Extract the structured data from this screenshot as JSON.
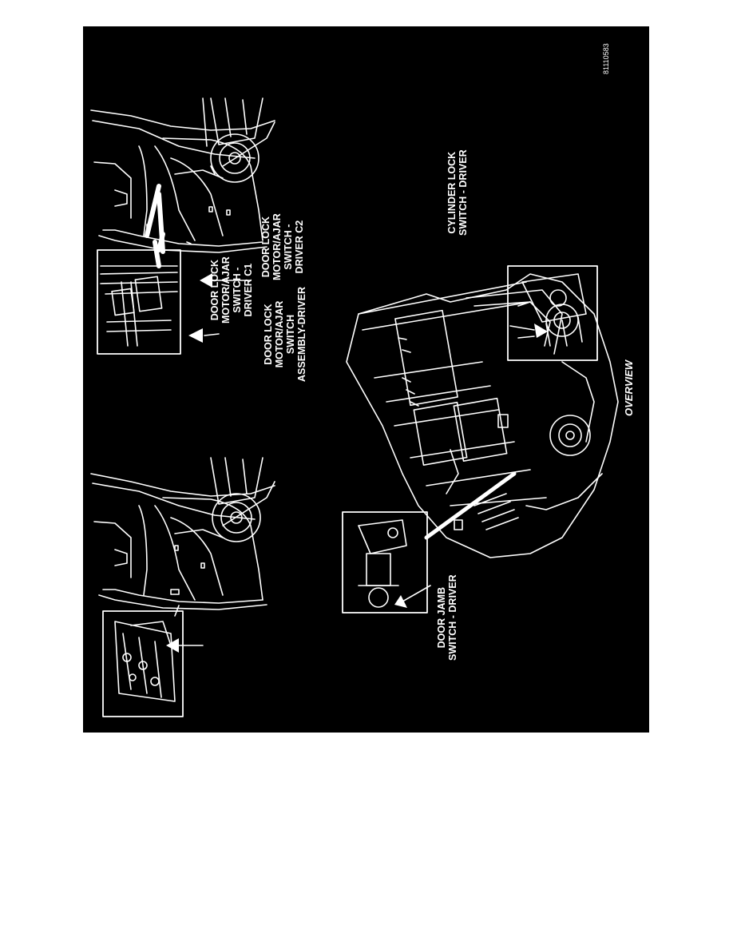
{
  "figure": {
    "id": "81110583",
    "caption": "OVERVIEW",
    "background": "#000000",
    "line_color": "#ffffff"
  },
  "callouts": {
    "switch_assembly": "DOOR LOCK\nMOTOR/AJAR\nSWITCH\nASSEMBLY-DRIVER",
    "driver_c1": "DOOR LOCK\nMOTOR/AJAR\nSWITCH -\nDRIVER C1",
    "driver_c2": "DOOR LOCK\nMOTOR/AJAR\nSWITCH -\nDRIVER C2",
    "cylinder_lock": "CYLINDER LOCK\nSWITCH - DRIVER",
    "door_jamb": "DOOR JAMB\nSWITCH - DRIVER"
  }
}
